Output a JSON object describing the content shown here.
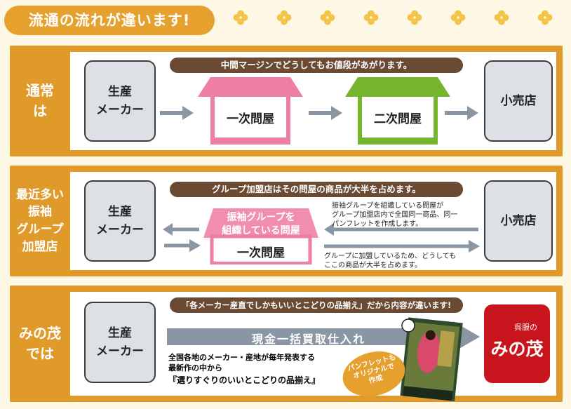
{
  "header": {
    "title": "流通の流れが違います!"
  },
  "colors": {
    "orange": "#e09a2a",
    "brown": "#6b4a33",
    "pink": "#ee7fa4",
    "green": "#76b52e",
    "red": "#c8141c",
    "gray_box": "#dde1e6"
  },
  "section1": {
    "label": "通常\nは",
    "manufacturer": "生産\nメーカー",
    "banner": "中間マージンでどうしてもお値段があがります。",
    "primary_wholesaler": "一次問屋",
    "secondary_wholesaler": "二次問屋",
    "retailer": "小売店"
  },
  "section2": {
    "label": "最近多い\n振袖\nグループ\n加盟店",
    "manufacturer": "生産\nメーカー",
    "banner": "グループ加盟店はその問屋の商品が大半を占めます。",
    "roof_text": "振袖グループを\n組織している問屋",
    "wholesaler": "一次問屋",
    "retailer": "小売店",
    "note_top": "振袖グループを組織している問屋が\nグループ加盟店内で全国同一商品、同一\nパンフレットを作成します。",
    "note_bottom": "グループに加盟しているため、どうしても\nここの商品が大半を占めます。"
  },
  "section3": {
    "label": "みの茂\nでは",
    "manufacturer": "生産\nメーカー",
    "banner": "「各メーカー産直でしかもいいとこどりの品揃え」だから内容が違います!",
    "arrow_label": "現金一括買取仕入れ",
    "desc_line1": "全国各地のメーカー・産地が毎年発表する",
    "desc_line2": "最新作の中から",
    "desc_line3": "『選りすぐりのいいとこどりの品揃え』",
    "badge": "パンフレットも\nオリジナルで\n作成",
    "brand_small": "呉服の",
    "brand_name": "みの茂"
  }
}
